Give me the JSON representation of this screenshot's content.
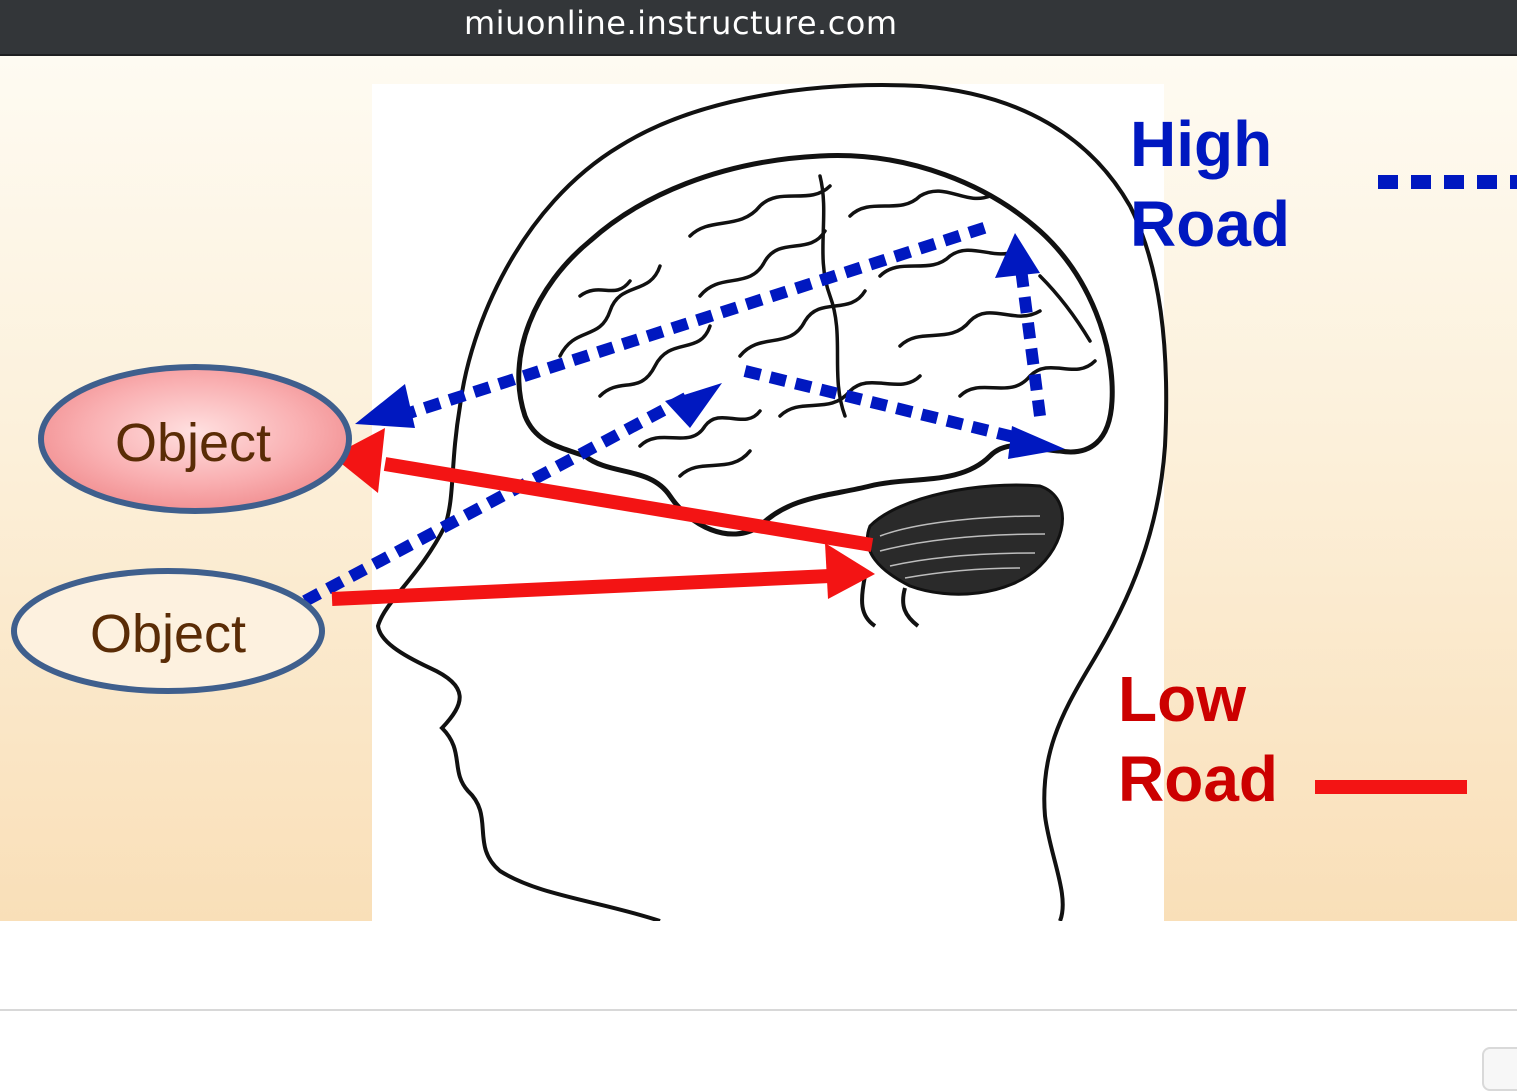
{
  "browser": {
    "url": "miuonline.instructure.com"
  },
  "slide": {
    "objects": [
      {
        "label": "Object"
      },
      {
        "label": "Object"
      }
    ],
    "legend": {
      "high_line1": "High",
      "high_line2": "Road",
      "low_line1": "Low",
      "low_line2": "Road"
    },
    "colors": {
      "high_road": "#0018c0",
      "low_road": "#f31414",
      "object_text": "#5a2c06",
      "object_stroke": "#3f5f8d",
      "low_label": "#cc0000"
    }
  }
}
